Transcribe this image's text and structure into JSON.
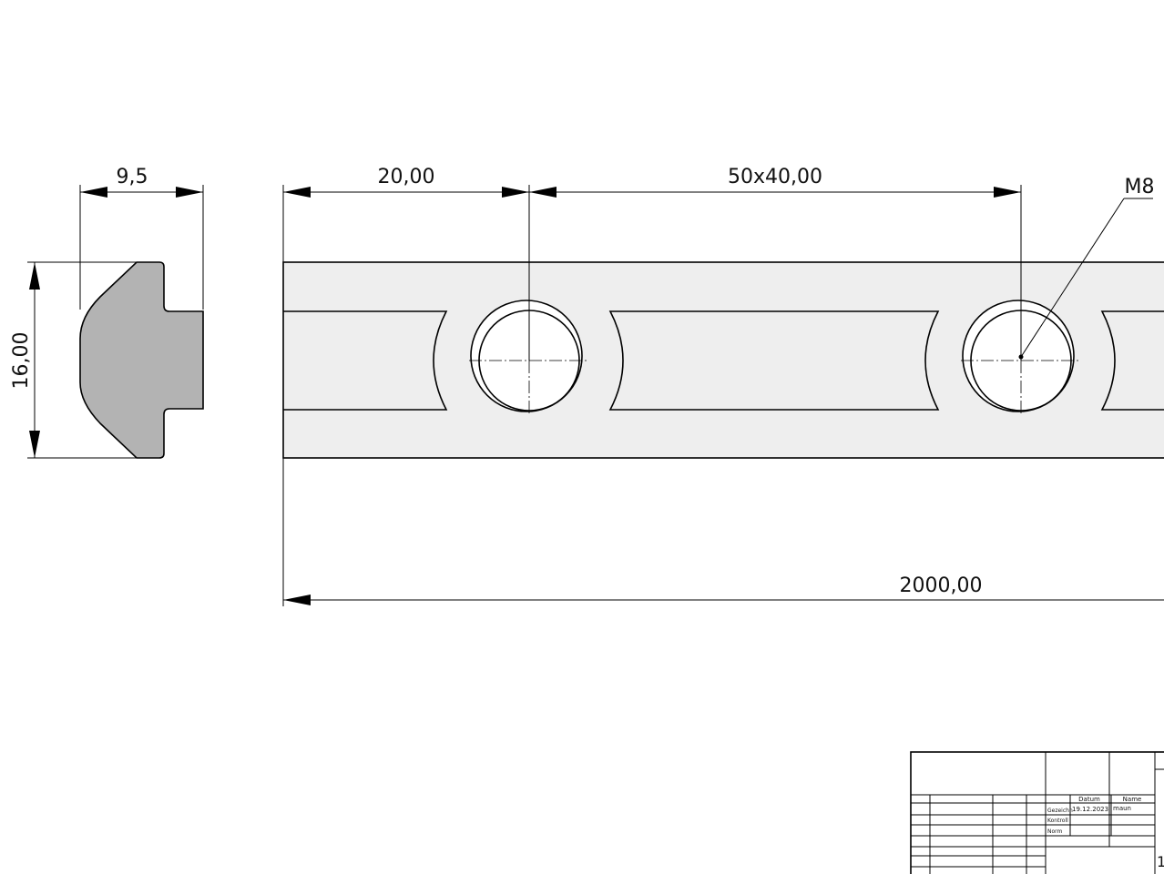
{
  "drawing": {
    "profile_dims": {
      "width_label": "9,5",
      "height_label": "16,00"
    },
    "rail_dims": {
      "first_offset_label": "20,00",
      "pitch_label": "50x40,00",
      "thread_label": "M8",
      "length_label": "2000,00"
    }
  },
  "title_block": {
    "col_date": "Datum",
    "col_name": "Name",
    "row_drawn": "Gezeichn",
    "row_checked": "Kontroll",
    "row_norm": "Norm",
    "drawn_date": "19.12.2023",
    "drawn_name": "maun",
    "sheet_fragment": "1"
  },
  "colors": {
    "profile_fill": "#b3b3b3",
    "rail_fill": "#eeeeee",
    "line": "#000000"
  }
}
